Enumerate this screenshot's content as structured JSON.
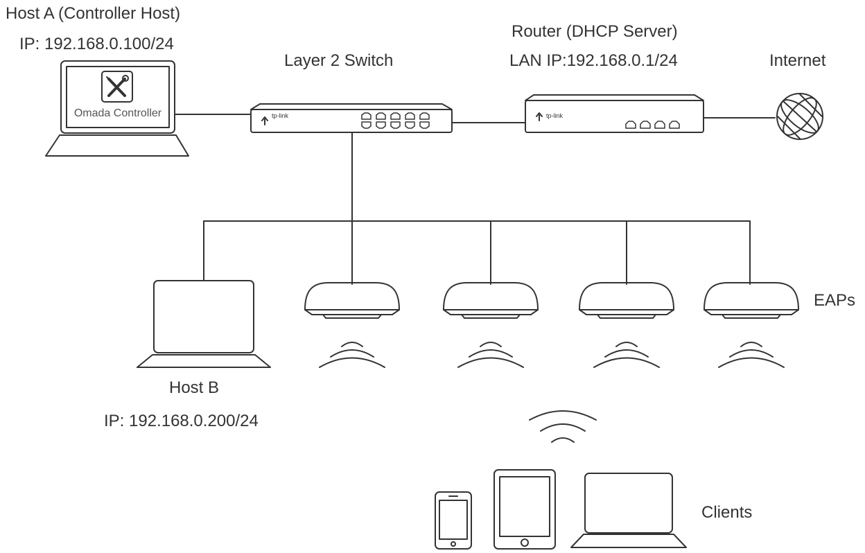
{
  "colors": {
    "stroke": "#333333",
    "background": "#ffffff"
  },
  "host_a": {
    "title": "Host A (Controller Host)",
    "ip": "IP: 192.168.0.100/24",
    "app_label": "Omada Controller",
    "app_icon": "tools-icon"
  },
  "switch": {
    "title": "Layer 2 Switch",
    "brand": "tp-link"
  },
  "router": {
    "title": "Router (DHCP Server)",
    "ip": "LAN IP:192.168.0.1/24",
    "brand": "tp-link"
  },
  "internet": {
    "title": "Internet",
    "icon": "globe-icon"
  },
  "host_b": {
    "title": "Host B",
    "ip": "IP: 192.168.0.200/24"
  },
  "eaps": {
    "title": "EAPs"
  },
  "clients": {
    "title": "Clients"
  }
}
